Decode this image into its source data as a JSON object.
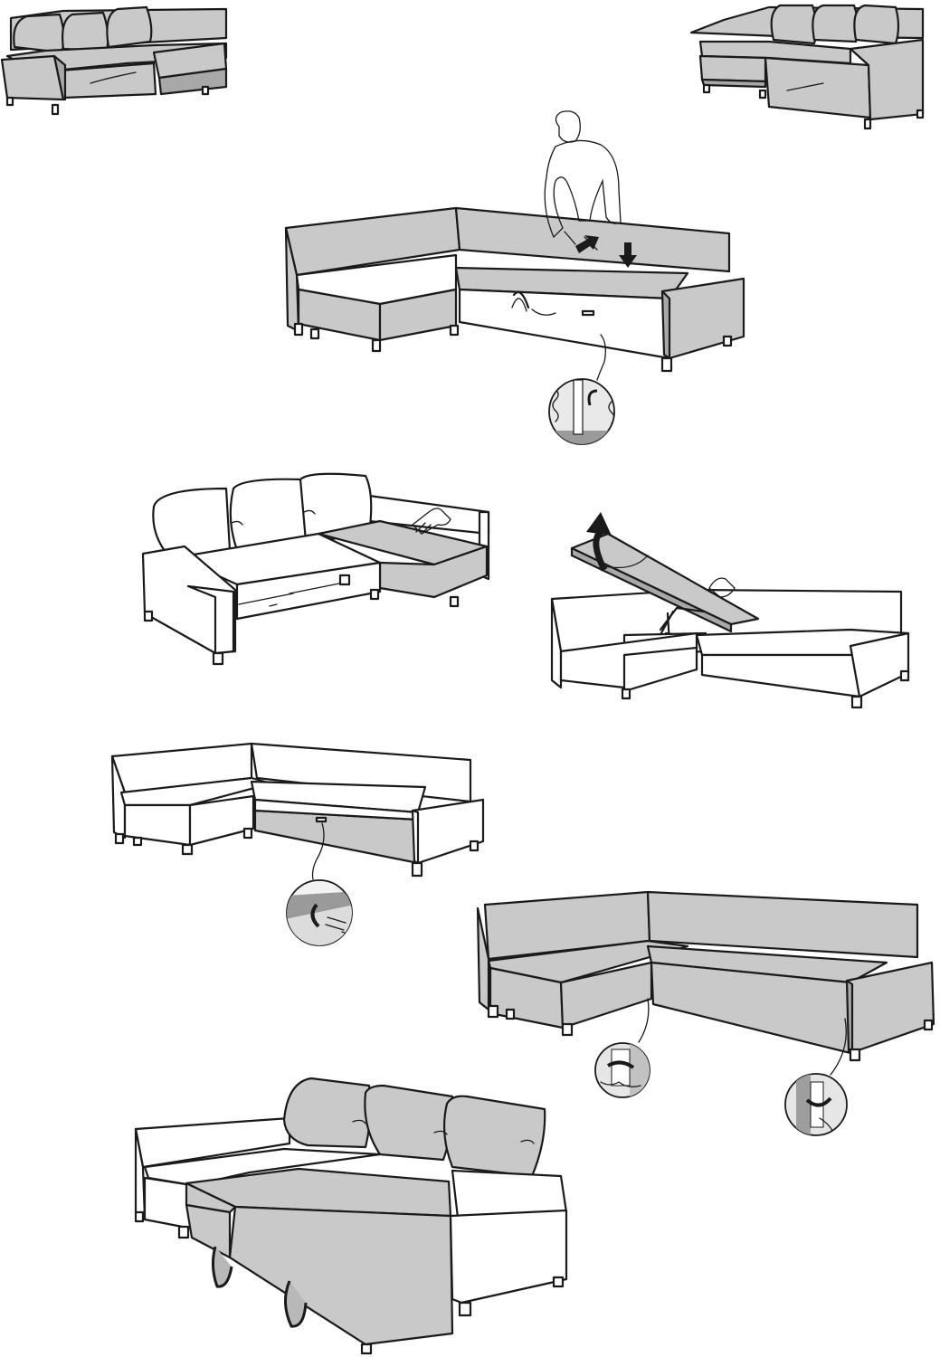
{
  "colors": {
    "ink": "#1a1a1a",
    "fabric_grey": "#c9c9c9",
    "fabric_grey_dark": "#a8a8a8",
    "fabric_white": "#ffffff",
    "background": "#ffffff"
  },
  "illustrations": [
    {
      "id": "panel-1",
      "description_icon": "sofa-corner-grey-icon"
    },
    {
      "id": "panel-2",
      "description_icon": "sofa-corner-grey-mirrored-icon"
    },
    {
      "id": "panel-3",
      "description_icon": "person-removing-cover-icon"
    },
    {
      "id": "panel-4",
      "description_icon": "hand-pressing-seat-icon"
    },
    {
      "id": "panel-5",
      "description_icon": "lift-storage-lid-icon"
    },
    {
      "id": "panel-6",
      "description_icon": "velcro-detail-icon"
    },
    {
      "id": "panel-7",
      "description_icon": "leg-strap-detail-icon"
    },
    {
      "id": "panel-8",
      "description_icon": "bed-pulled-out-icon"
    }
  ]
}
